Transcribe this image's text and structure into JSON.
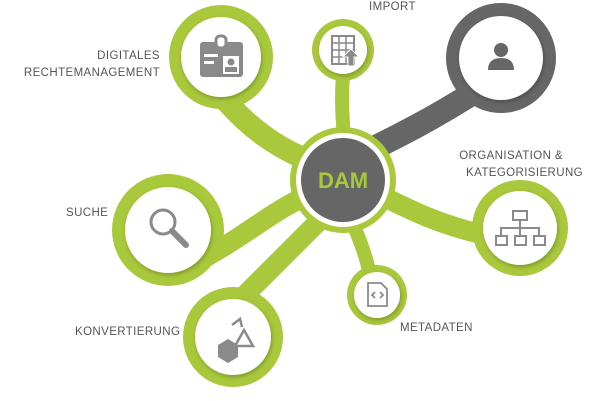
{
  "colors": {
    "accent": "#a9c83b",
    "dark": "#666666",
    "icon": "#8a8a8a",
    "text": "#555555"
  },
  "center": {
    "label": "DAM"
  },
  "nodes": [
    {
      "id": "rights",
      "label_lines": [
        "DIGITALES",
        "RECHTEMANAGEMENT"
      ],
      "icon": "id-badge-icon"
    },
    {
      "id": "import",
      "label_lines": [
        "IMPORT"
      ],
      "icon": "table-upload-icon"
    },
    {
      "id": "user",
      "label_lines": [],
      "icon": "user-icon"
    },
    {
      "id": "organisation",
      "label_lines": [
        "ORGANISATION &",
        "KATEGORISIERUNG"
      ],
      "icon": "hierarchy-icon"
    },
    {
      "id": "search",
      "label_lines": [
        "SUCHE"
      ],
      "icon": "magnifier-icon"
    },
    {
      "id": "metadata",
      "label_lines": [
        "METADATEN"
      ],
      "icon": "code-file-icon"
    },
    {
      "id": "convert",
      "label_lines": [
        "KONVERTIERUNG"
      ],
      "icon": "shapes-icon"
    }
  ]
}
